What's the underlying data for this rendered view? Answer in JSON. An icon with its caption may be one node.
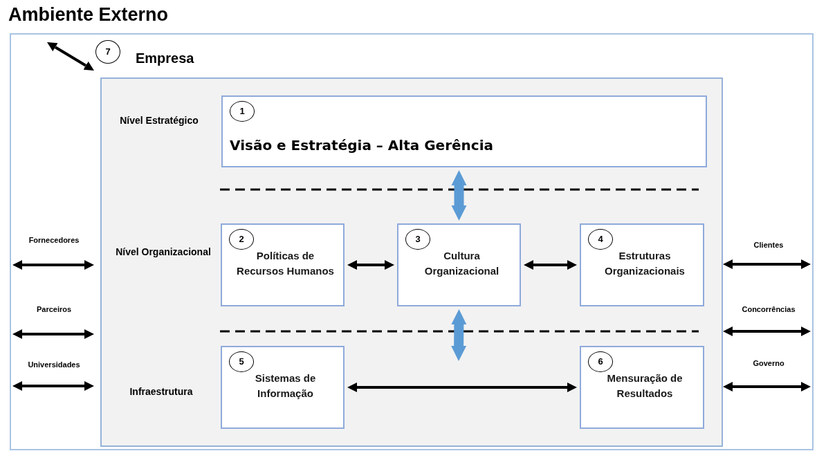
{
  "diagram": {
    "nodes": [
      {
        "text": [
          "Ambiente Externo"
        ]
      },
      {
        "text": [
          "7",
          "Empresa"
        ],
        "in": 0
      },
      {
        "text": [
          "1",
          "Visão e Estratégia – Alta Gerência"
        ],
        "in": 1
      },
      {
        "text": [
          "2",
          "Políticas de Recursos Humanos"
        ],
        "in": 1
      },
      {
        "text": [
          "3",
          "Cultura Organizacional"
        ],
        "in": 1
      },
      {
        "text": [
          "4",
          "Estruturas Organizacionais"
        ],
        "in": 1
      },
      {
        "text": [
          "5",
          "Sistemas de Informação"
        ],
        "in": 1
      },
      {
        "text": [
          "6",
          "Mensuração de Resultados"
        ],
        "in": 1
      }
    ],
    "edges": [
      {
        "from": null,
        "to": 1,
        "arrow": "both"
      },
      {
        "from": 2,
        "to": 4,
        "arrow": "both",
        "style": "thick",
        "color": "#5b9bd5"
      },
      {
        "from": 3,
        "to": 4,
        "arrow": "both"
      },
      {
        "from": 4,
        "to": 5,
        "arrow": "both"
      },
      {
        "from": 4,
        "to": null,
        "arrow": "both",
        "style": "thick",
        "color": "#5b9bd5"
      },
      {
        "from": 6,
        "to": 7,
        "arrow": "both"
      },
      {
        "from": null,
        "to": 1,
        "arrow": "both"
      },
      {
        "from": null,
        "to": 1,
        "arrow": "both"
      },
      {
        "from": null,
        "to": 1,
        "arrow": "both"
      },
      {
        "from": null,
        "to": 1,
        "arrow": "both"
      },
      {
        "from": null,
        "to": 1,
        "arrow": "both"
      },
      {
        "from": null,
        "to": 1,
        "arrow": "both"
      }
    ],
    "labels": [
      "Nível Estratégico",
      "Fornecedores",
      "Clientes",
      "Nível Organizacional",
      "Parceiros",
      "Concorrências",
      "Universidades",
      "Governo",
      "Infraestrutura"
    ]
  }
}
